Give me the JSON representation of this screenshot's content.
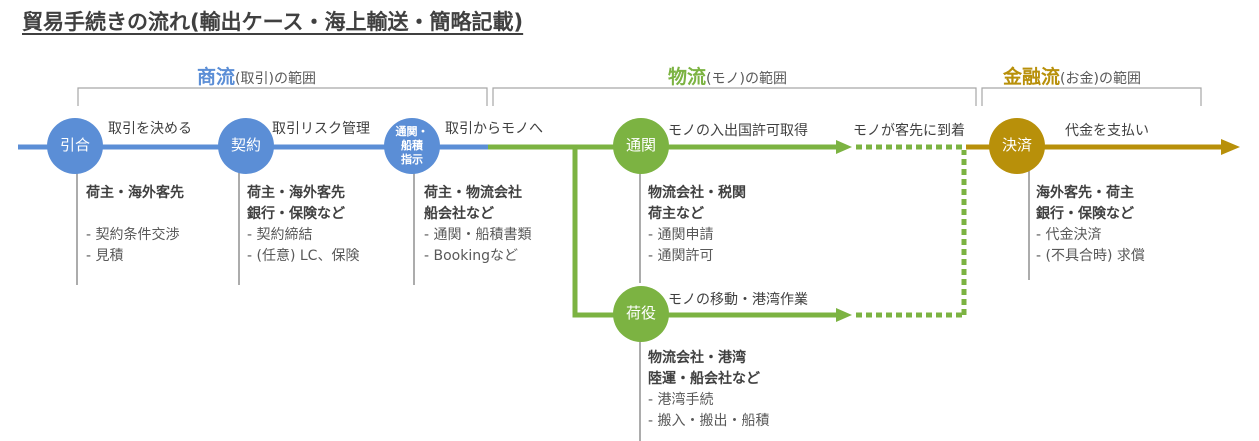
{
  "title": "貿易手続きの流れ(輸出ケース・海上輸送・簡略記載)",
  "colors": {
    "blue": "#5b8ed6",
    "green": "#7cb342",
    "gold": "#b8900a",
    "gray": "#595959"
  },
  "sections": {
    "commercial": {
      "main": "商流",
      "sub": "(取引)の範囲"
    },
    "logistics": {
      "main": "物流",
      "sub": "(モノ)の範囲"
    },
    "finance": {
      "main": "金融流",
      "sub": "(お金)の範囲"
    }
  },
  "nodes": {
    "inquiry": "引合",
    "contract": "契約",
    "customs_shipping": [
      "通関・",
      "船積",
      "指示"
    ],
    "customs": "通関",
    "cargo": "荷役",
    "settlement": "決済"
  },
  "step_labels": {
    "decide_deal": "取引を決める",
    "risk": "取引リスク管理",
    "to_goods": "取引からモノへ",
    "permit": "モノの入出国許可取得",
    "arrival": "モノが客先に到着",
    "movement": "モノの移動・港湾作業",
    "payment": "代金を支払い"
  },
  "descriptions": {
    "inquiry": {
      "head": [
        "荷主・海外客先"
      ],
      "items": [
        "",
        "- 契約条件交渉",
        "- 見積"
      ]
    },
    "contract": {
      "head": [
        "荷主・海外客先",
        "銀行・保険など"
      ],
      "items": [
        "- 契約締結",
        "- (任意) LC、保険"
      ]
    },
    "instruction": {
      "head": [
        "荷主・物流会社",
        "船会社など"
      ],
      "items": [
        "- 通関・船積書類",
        "- Bookingなど"
      ]
    },
    "customs": {
      "head": [
        "物流会社・税関",
        "荷主など"
      ],
      "items": [
        "- 通関申請",
        "- 通関許可"
      ]
    },
    "cargo": {
      "head": [
        "物流会社・港湾",
        "陸運・船会社など"
      ],
      "items": [
        "- 港湾手続",
        "- 搬入・搬出・船積"
      ]
    },
    "settlement": {
      "head": [
        "海外客先・荷主",
        "銀行・保険など"
      ],
      "items": [
        "- 代金決済",
        "- (不具合時) 求償"
      ]
    }
  }
}
